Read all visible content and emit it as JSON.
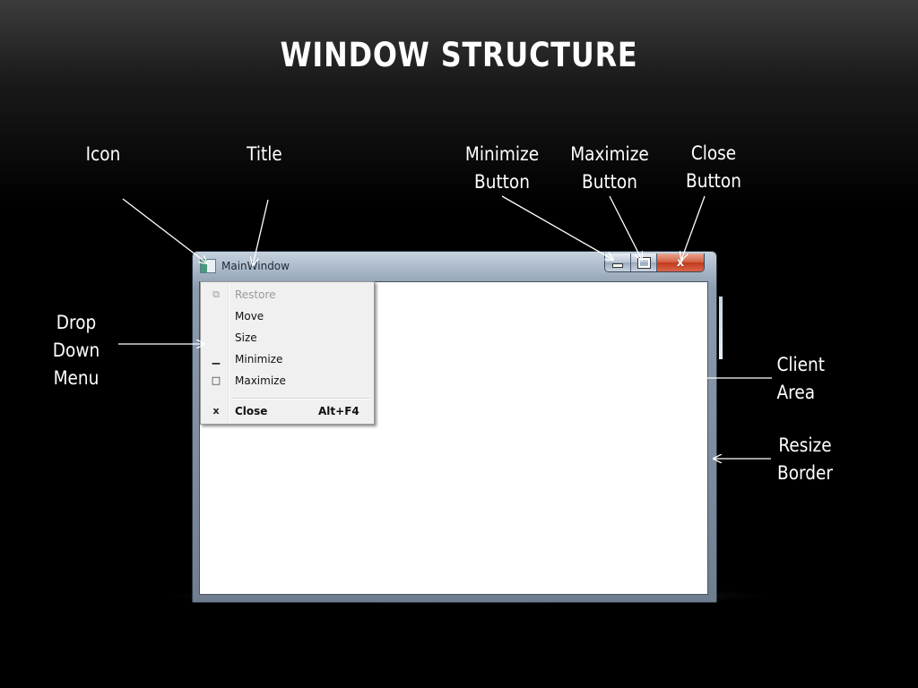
{
  "slide": {
    "title": "WINDOW STRUCTURE"
  },
  "callouts": {
    "icon": "Icon",
    "title": "Title",
    "minimize": [
      "Minimize",
      "Button"
    ],
    "maximize": [
      "Maximize",
      "Button"
    ],
    "close": [
      "Close",
      "Button"
    ],
    "dropdown": [
      "Drop",
      "Down",
      "Menu"
    ],
    "client": [
      "Client",
      "Area"
    ],
    "resize": [
      "Resize",
      "Border"
    ]
  },
  "window": {
    "title": "MainWindow",
    "caption_buttons": {
      "minimize_icon": "minimize-glyph",
      "maximize_icon": "restore-glyph",
      "close_glyph": "x"
    }
  },
  "system_menu": {
    "items": [
      {
        "icon": "⧉",
        "label": "Restore",
        "enabled": false
      },
      {
        "icon": "",
        "label": "Move",
        "enabled": true
      },
      {
        "icon": "",
        "label": "Size",
        "enabled": true
      },
      {
        "icon": "▁",
        "label": "Minimize",
        "enabled": true
      },
      {
        "icon": "□",
        "label": "Maximize",
        "enabled": true
      }
    ],
    "close": {
      "icon": "x",
      "label": "Close",
      "accelerator": "Alt+F4"
    }
  },
  "colors": {
    "background": "#000000",
    "text": "#ffffff",
    "close_button": "#c94a2c"
  }
}
